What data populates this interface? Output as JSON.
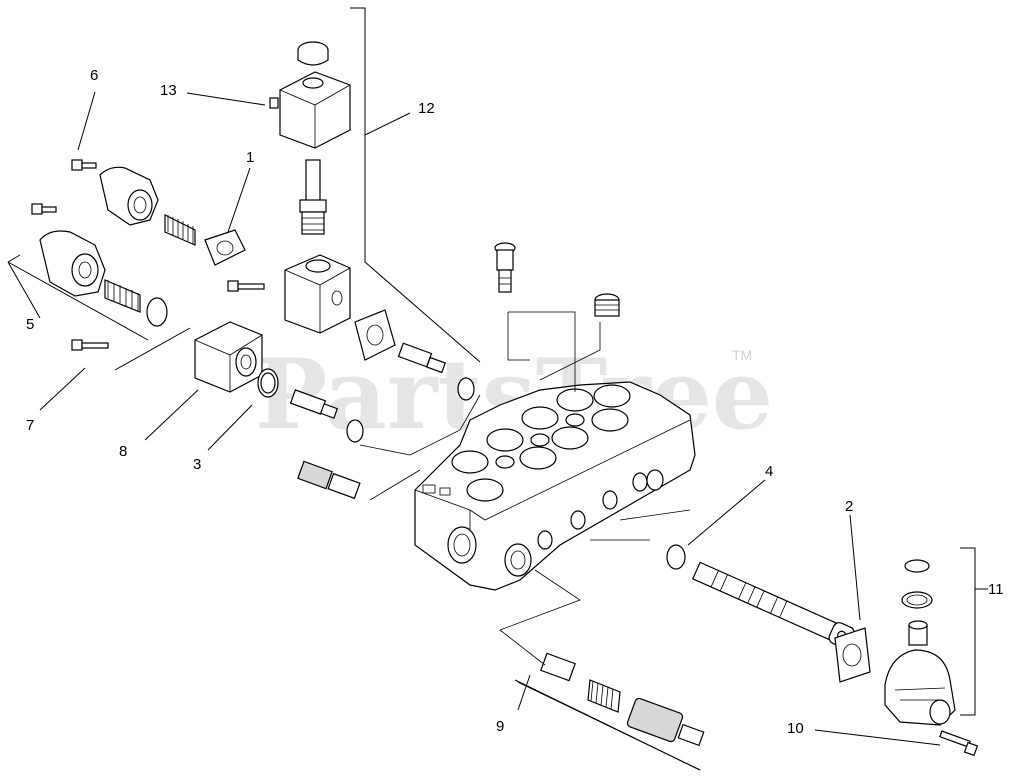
{
  "watermark": {
    "text": "PartsTree",
    "trademark": "TM"
  },
  "callouts": [
    {
      "id": "c1",
      "label": "1"
    },
    {
      "id": "c2",
      "label": "2"
    },
    {
      "id": "c3",
      "label": "3"
    },
    {
      "id": "c4",
      "label": "4"
    },
    {
      "id": "c5",
      "label": "5"
    },
    {
      "id": "c6",
      "label": "6"
    },
    {
      "id": "c7",
      "label": "7"
    },
    {
      "id": "c8",
      "label": "8"
    },
    {
      "id": "c9",
      "label": "9"
    },
    {
      "id": "c10",
      "label": "10"
    },
    {
      "id": "c11",
      "label": "11"
    },
    {
      "id": "c12",
      "label": "12"
    },
    {
      "id": "c13",
      "label": "13"
    }
  ]
}
